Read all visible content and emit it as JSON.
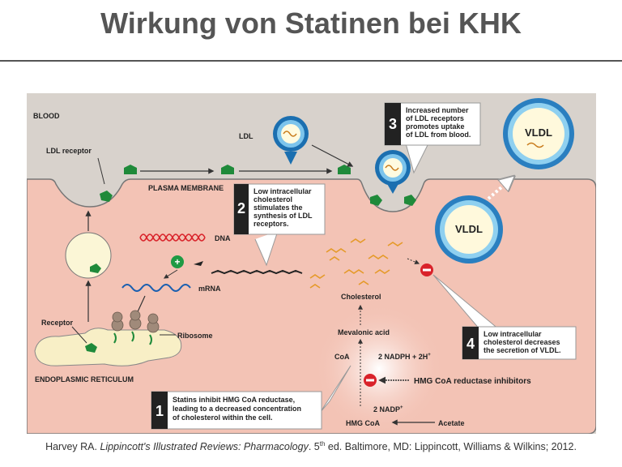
{
  "title": "Wirkung von Statinen bei KHK",
  "citation": {
    "author": "Harvey RA.",
    "book": "Lippincott's Illustrated Reviews: Pharmacology",
    "edition_num": "5",
    "edition_sup": "th",
    "rest": "ed. Baltimore, MD: Lippincott, Williams & Wilkins; 2012."
  },
  "labels": {
    "blood": "BLOOD",
    "ldl": "LDL",
    "ldl_receptor": "LDL receptor",
    "plasma_membrane": "PLASMA MEMBRANE",
    "dna": "DNA",
    "mrna": "mRNA",
    "ribosome": "Ribosome",
    "receptor": "Receptor",
    "er": "ENDOPLASMIC RETICULUM",
    "cholesterol": "Cholesterol",
    "mevalonic": "Mevalonic acid",
    "coa": "CoA",
    "nadph": "2 NADPH + 2H",
    "nadph_sup": "+",
    "inhibitors": "HMG CoA reductase inhibitors",
    "nadp": "2 NADP",
    "nadp_sup": "+",
    "hmgcoa": "HMG CoA",
    "acetate": "Acetate",
    "vldl": "VLDL"
  },
  "callouts": [
    {
      "num": "1",
      "lines": [
        "Statins inhibit HMG CoA reductase,",
        "leading to a decreased concentration",
        "of cholesterol within the cell."
      ]
    },
    {
      "num": "2",
      "lines": [
        "Low intracellular",
        "cholesterol",
        "stimulates the",
        "synthesis of LDL",
        "receptors."
      ]
    },
    {
      "num": "3",
      "lines": [
        "Increased number",
        "of LDL receptors",
        "promotes uptake",
        "of LDL from blood."
      ]
    },
    {
      "num": "4",
      "lines": [
        "Low intracellular",
        "cholesterol decreases",
        "the secretion of VLDL."
      ]
    }
  ]
}
